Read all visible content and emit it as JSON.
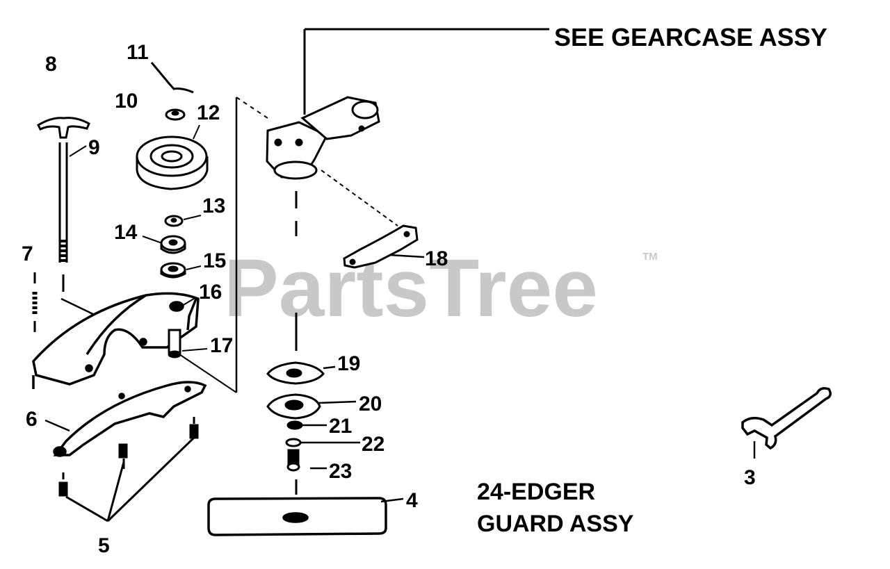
{
  "callouts": {
    "gearcase": "SEE GEARCASE ASSY",
    "edger_line1": "24-EDGER",
    "edger_line2": "GUARD ASSY"
  },
  "watermark": {
    "text": "PartsTree",
    "tm": "TM",
    "color": "#c8c8c8"
  },
  "part_labels": {
    "p3": "3",
    "p4": "4",
    "p5": "5",
    "p6": "6",
    "p7": "7",
    "p8": "8",
    "p9": "9",
    "p10": "10",
    "p11": "11",
    "p12": "12",
    "p13": "13",
    "p14": "14",
    "p15": "15",
    "p16": "16",
    "p17": "17",
    "p18": "18",
    "p19": "19",
    "p20": "20",
    "p21": "21",
    "p22": "22",
    "p23": "23"
  },
  "colors": {
    "ink": "#000000",
    "paper": "#ffffff"
  }
}
